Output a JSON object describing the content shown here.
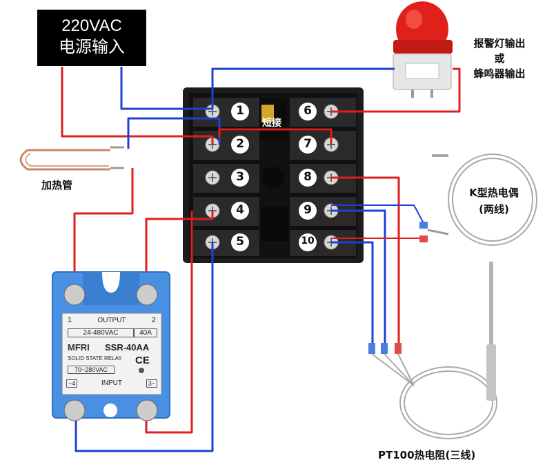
{
  "power_box": {
    "line1": "220VAC",
    "line2": "电源输入"
  },
  "alarm_label": {
    "line1": "报警灯输出",
    "line2": "或",
    "line3": "蜂鸣器输出"
  },
  "heater_label": "加热管",
  "jumper_label": "短接",
  "thermocouple_label": {
    "line1": "K型热电偶",
    "line2": "(两线)"
  },
  "rtd_label": "PT100热电阻(三线)",
  "terminals": [
    "1",
    "2",
    "3",
    "4",
    "5",
    "6",
    "7",
    "8",
    "9",
    "10"
  ],
  "ssr": {
    "output_num_left": "1",
    "output_title": "OUTPUT",
    "output_num_right": "2",
    "voltage": "24-480VAC",
    "current": "40A",
    "brand": "MFRI",
    "model": "SSR-40AA",
    "subtitle": "SOLID STATE RELAY",
    "ce_mark": "CE",
    "input_range": "70~280VAC",
    "input_left": "~4",
    "input_title": "INPUT",
    "input_right": "3~"
  },
  "colors": {
    "red_wire": "#e11d1d",
    "blue_wire": "#1d3fd8",
    "controller": "#1c1c1c",
    "ssr_body": "#4a90e2"
  }
}
